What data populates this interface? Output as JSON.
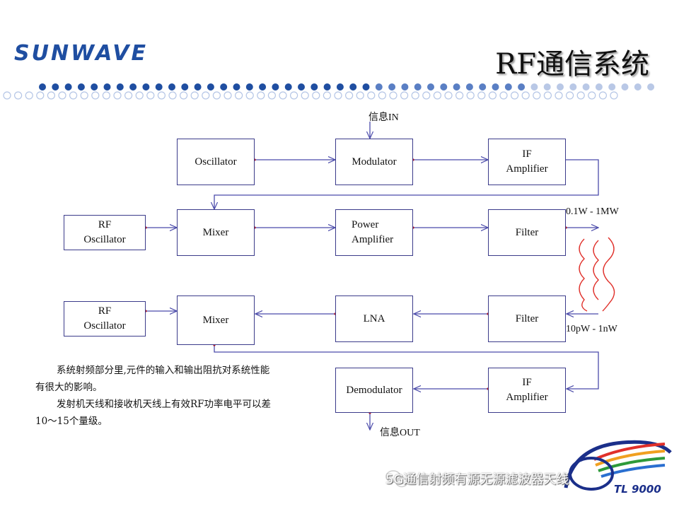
{
  "header": {
    "logo_text": "SUNWAVE",
    "title": "RF通信系统"
  },
  "blocks": {
    "oscillator": "Oscillator",
    "modulator": "Modulator",
    "if_amp_tx_line1": "IF",
    "if_amp_tx_line2": "Amplifier",
    "rf_osc_tx_line1": "RF",
    "rf_osc_tx_line2": "Oscillator",
    "mixer_tx": "Mixer",
    "power_amp_line1": "Power",
    "power_amp_line2": "Amplifier",
    "filter_tx": "Filter",
    "rf_osc_rx_line1": "RF",
    "rf_osc_rx_line2": "Oscillator",
    "mixer_rx": "Mixer",
    "lna": "LNA",
    "filter_rx": "Filter",
    "demodulator": "Demodulator",
    "if_amp_rx_line1": "IF",
    "if_amp_rx_line2": "Amplifier"
  },
  "labels": {
    "signal_in": "信息IN",
    "signal_out": "信息OUT",
    "tx_power": "0.1W - 1MW",
    "rx_power": "10pW - 1nW"
  },
  "notes": {
    "line1": "系统射频部分里,元件的输入和输出阻抗对系统性能",
    "line2": "有很大的影响。",
    "line3": "发射机天线和接收机天线上有效RF功率电平可以差",
    "line4": "10～15个量级。"
  },
  "footer": {
    "watermark": "5G通信射频有源无源滤波器天线",
    "corner_logo": "TL 9000"
  },
  "colors": {
    "brand_blue": "#1f4ea1",
    "box_border": "#3b3b8a",
    "connector": "#4b4baa",
    "antenna_red": "#e0302a"
  }
}
